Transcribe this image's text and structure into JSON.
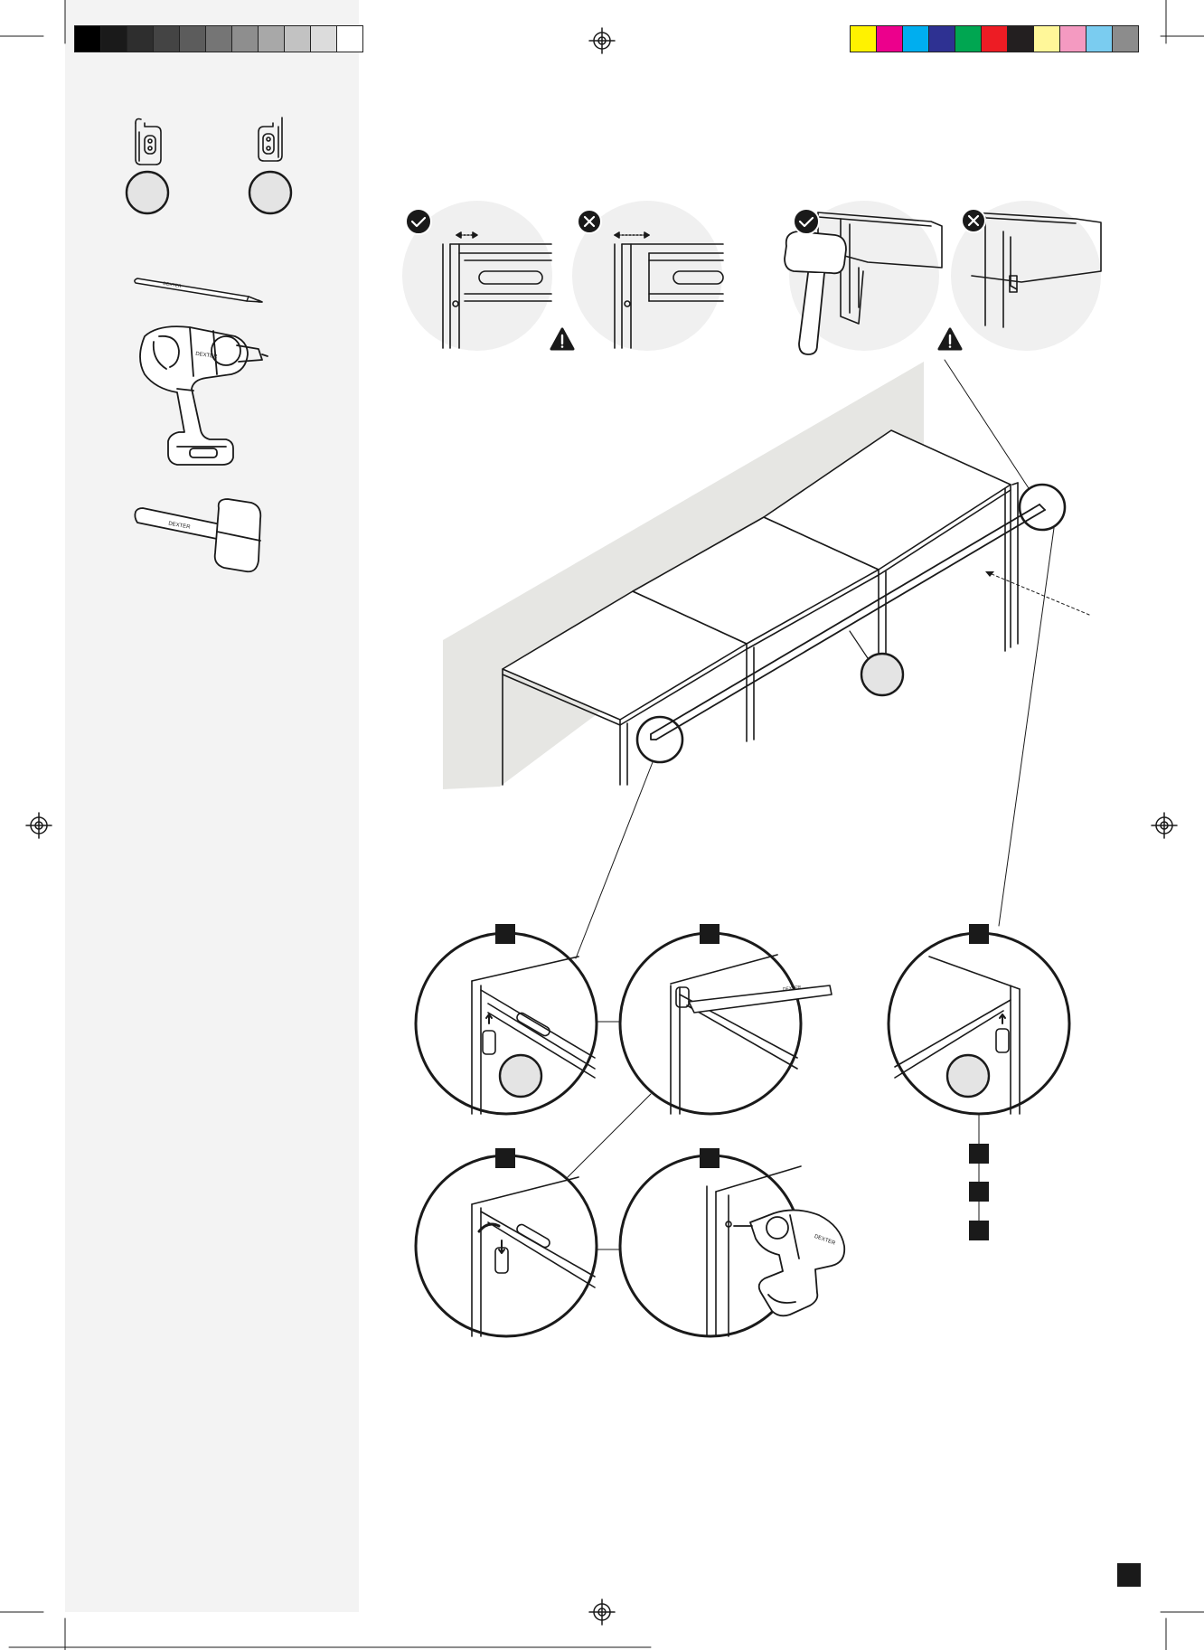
{
  "palette": {
    "grayscale": [
      "#000000",
      "#1a1a1a",
      "#2e2e2e",
      "#444444",
      "#5c5c5c",
      "#757575",
      "#8e8e8e",
      "#a8a8a8",
      "#c2c2c2",
      "#dcdcdc",
      "#ffffff"
    ],
    "process": [
      "#fff200",
      "#ec008c",
      "#00aeef",
      "#2e3192",
      "#00a651",
      "#ed1c24",
      "#231f20",
      "#fff799",
      "#f49ac1",
      "#7accf0",
      "#8c8c8c"
    ],
    "sidebar_bg": "#f3f3f3",
    "line": "#1a1a1a",
    "wall": "#e6e6e3",
    "callout_fill": "#e4e4e4"
  },
  "tools": {
    "pencil_brand": "DEXTER",
    "drill_brand": "DEXTER",
    "mallet_brand": "DEXTER"
  },
  "icons": {
    "ok": "checkmark-badge-icon",
    "wrong": "cross-badge-icon",
    "warning": "warning-triangle-icon",
    "registration": "registration-mark-icon"
  }
}
